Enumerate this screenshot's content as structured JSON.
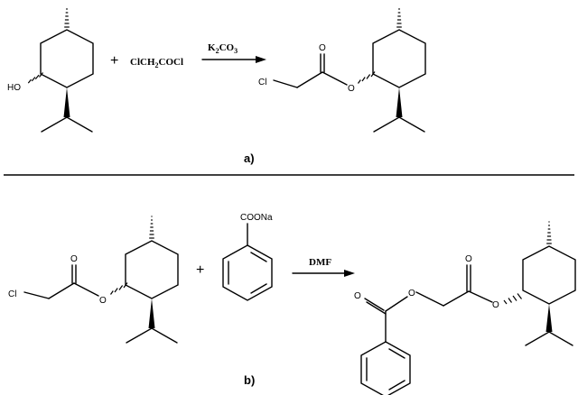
{
  "panel_a": {
    "label": "a)",
    "reactant1": {
      "atoms": {
        "hydroxyl": "HO"
      }
    },
    "plus": "+",
    "reagent": {
      "parts": [
        "ClCH",
        "2",
        "COCl"
      ]
    },
    "condition": {
      "parts": [
        "K",
        "2",
        "CO",
        "3"
      ]
    },
    "product": {
      "atoms": {
        "chlorine": "Cl",
        "carbonyl_oxygen": "O",
        "ester_oxygen": "O"
      }
    }
  },
  "panel_b": {
    "label": "b)",
    "reactant1": {
      "atoms": {
        "chlorine": "Cl",
        "carbonyl_oxygen": "O",
        "ester_oxygen": "O"
      }
    },
    "plus": "+",
    "reactant2": {
      "atoms": {
        "carboxylate": "COONa"
      }
    },
    "condition": "DMF",
    "product": {
      "atoms": {
        "benzoyl_oxygen": "O",
        "ether_oxygen": "O",
        "carbonyl_oxygen": "O",
        "ester_oxygen": "O"
      }
    }
  }
}
